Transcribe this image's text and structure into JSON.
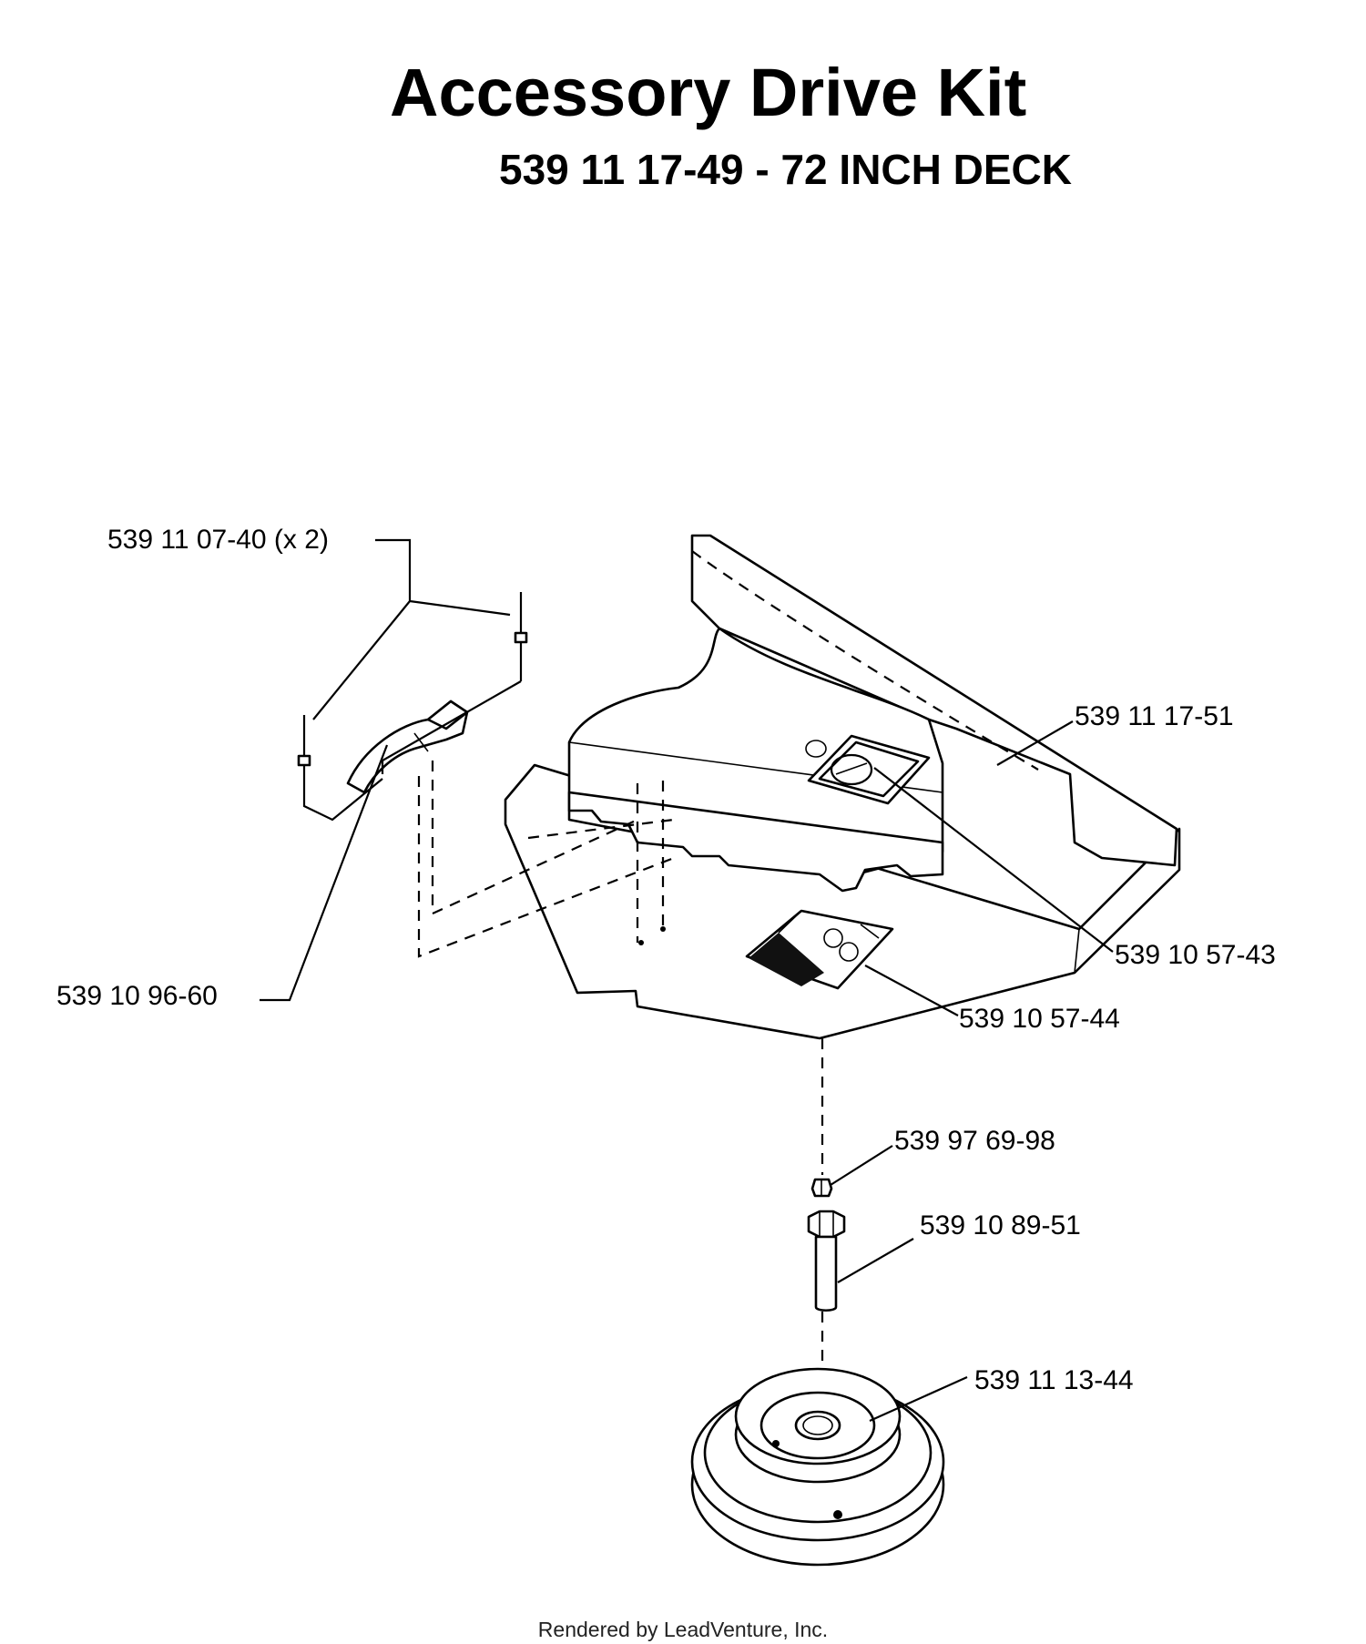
{
  "title": "Accessory Drive Kit",
  "subtitle": "539 11 17-49 - 72 INCH DECK",
  "parts": {
    "hardware_pins": "539 11 07-40 (x 2)",
    "shield": "539 11 17-51",
    "spring_clip": "539 10 96-60",
    "decal_top": "539 10 57-43",
    "decal_deck": "539 10 57-44",
    "nut": "539 97 69-98",
    "bolt": "539 10 89-51",
    "pulley": "539 11 13-44"
  },
  "footer": "Rendered by LeadVenture, Inc."
}
